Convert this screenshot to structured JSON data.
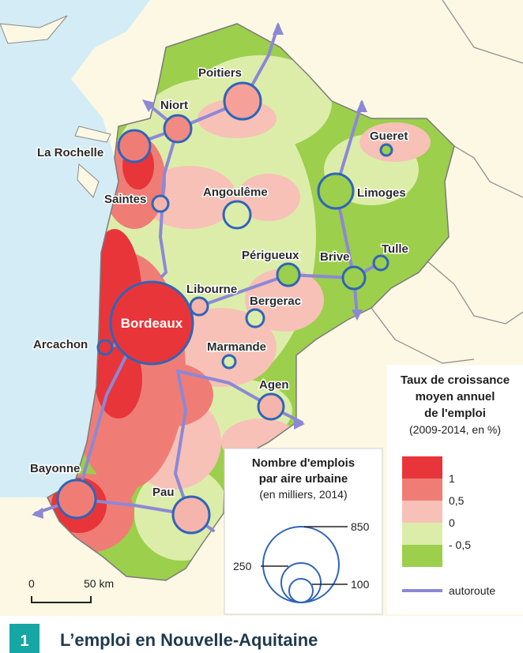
{
  "figure": {
    "number": "1",
    "title": "L’emploi en Nouvelle-Aquitaine"
  },
  "colors": {
    "sea": "#d4ecf5",
    "outside": "#fcf8e4",
    "growth_high": "#e8353a",
    "growth_mid": "#ef7d76",
    "growth_low": "#f7c1b7",
    "decline_low": "#dcedaa",
    "decline_high": "#9ccf4b",
    "highway": "#8c88d6",
    "city_stroke": "#2f65b8",
    "border": "#7b7b7b"
  },
  "cities": [
    {
      "name": "Poitiers",
      "jobs_band": "medium"
    },
    {
      "name": "Niort",
      "jobs_band": "small"
    },
    {
      "name": "La Rochelle",
      "jobs_band": "medium"
    },
    {
      "name": "Saintes",
      "jobs_band": "small"
    },
    {
      "name": "Angoulême",
      "jobs_band": "small"
    },
    {
      "name": "Gueret",
      "jobs_band": "tiny"
    },
    {
      "name": "Limoges",
      "jobs_band": "medium"
    },
    {
      "name": "Tulle",
      "jobs_band": "tiny"
    },
    {
      "name": "Brive",
      "jobs_band": "small"
    },
    {
      "name": "Périgueux",
      "jobs_band": "small"
    },
    {
      "name": "Libourne",
      "jobs_band": "small"
    },
    {
      "name": "Bergerac",
      "jobs_band": "tiny"
    },
    {
      "name": "Bordeaux",
      "jobs_band": "largest"
    },
    {
      "name": "Arcachon",
      "jobs_band": "tiny"
    },
    {
      "name": "Marmande",
      "jobs_band": "tiny"
    },
    {
      "name": "Agen",
      "jobs_band": "small"
    },
    {
      "name": "Bayonne",
      "jobs_band": "medium"
    },
    {
      "name": "Pau",
      "jobs_band": "medium"
    }
  ],
  "legend_growth": {
    "title_lines": [
      "Taux de croissance",
      "moyen annuel",
      "de l'emploi"
    ],
    "subtitle": "(2009-2014, en %)",
    "labels": [
      "1",
      "0,5",
      "0",
      "- 0,5"
    ],
    "highway_label": "autoroute"
  },
  "legend_jobs": {
    "title_lines": [
      "Nombre d'emplois",
      "par aire urbaine"
    ],
    "subtitle": "(en milliers, 2014)",
    "values": [
      850,
      250,
      100
    ]
  },
  "scale": {
    "zero": "0",
    "distance": "50 km"
  }
}
